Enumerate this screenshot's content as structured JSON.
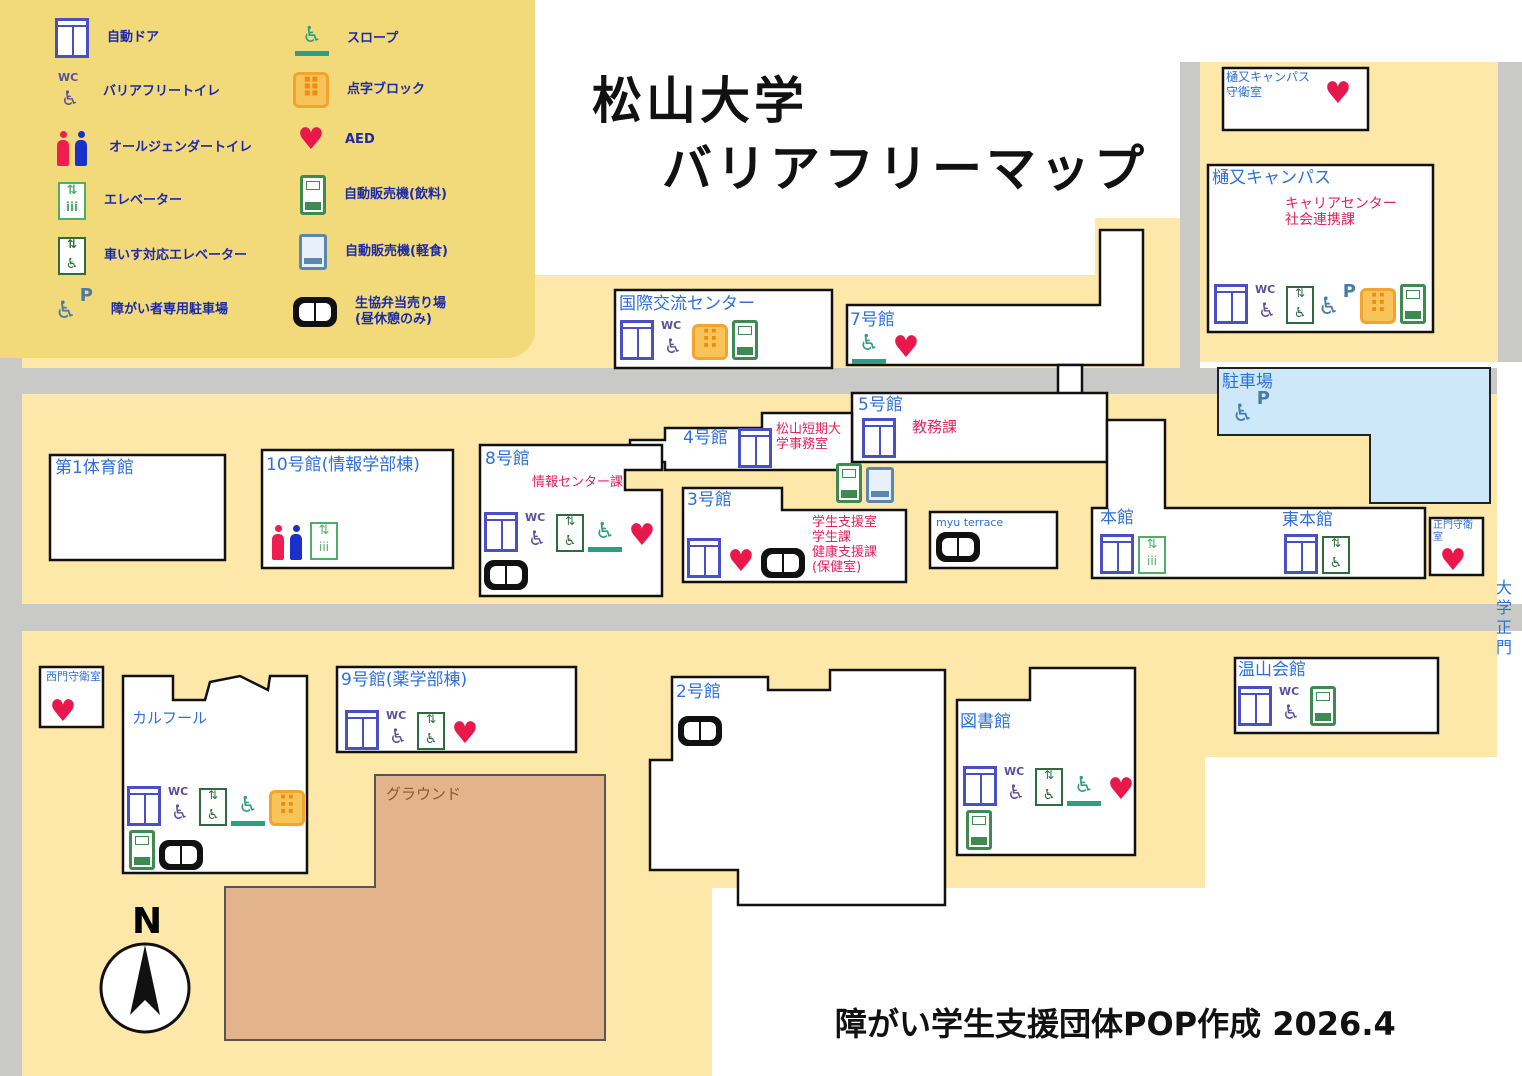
{
  "title": {
    "line1": "松山大学",
    "line2": "バリアフリーマップ"
  },
  "legend": [
    {
      "icon": "automatic-door",
      "label": "自動ドア"
    },
    {
      "icon": "barrier-free-toilet",
      "label": "バリアフリートイレ"
    },
    {
      "icon": "all-gender-toilet",
      "label": "オールジェンダートイレ"
    },
    {
      "icon": "elevator",
      "label": "エレベーター"
    },
    {
      "icon": "wheelchair-elevator",
      "label": "車いす対応エレベーター"
    },
    {
      "icon": "accessible-parking",
      "label": "障がい者専用駐車場"
    },
    {
      "icon": "slope",
      "label": "スロープ"
    },
    {
      "icon": "braille-block",
      "label": "点字ブロック"
    },
    {
      "icon": "aed",
      "label": "AED"
    },
    {
      "icon": "vending-machine-drink",
      "label": "自動販売機(飲料)"
    },
    {
      "icon": "vending-machine-snack",
      "label": "自動販売機(軽食)"
    },
    {
      "icon": "coop-bento",
      "label": "生協弁当売り場",
      "sub": "(昼休憩のみ)"
    }
  ],
  "buildings": {
    "kokusai": "国際交流センター",
    "b7": "7号館",
    "b5": "5号館",
    "b5_office": "教務課",
    "b4": "4号館",
    "b4_office": "松山短期大学事務室",
    "b8": "8号館",
    "b8_office": "情報センター課",
    "b3": "3号館",
    "b3_office": [
      "学生支援室",
      "学生課",
      "健康支援課",
      "(保健室)"
    ],
    "myu": "myu terrace",
    "gym": "第1体育館",
    "b10": "10号館(情報学部棟)",
    "honkan": "本館",
    "higashi": "東本館",
    "seimon_guard": "正門守衛室",
    "main_gate": "大学正門",
    "nishimon": "西門守衛室",
    "carrefour": "カルフール",
    "b9": "9号館(薬学部棟)",
    "ground": "グラウンド",
    "b2": "2号館",
    "library": "図書館",
    "onzan": "温山会館",
    "parking": "駐車場",
    "hinu": "樋又キャンパス",
    "hinu_office": [
      "キャリアセンター",
      "社会連携課"
    ],
    "hinu_guard": [
      "樋又キャンパス",
      "守衛室"
    ]
  },
  "compass": "N",
  "footer": "障がい学生支援団体POP作成 2026.4",
  "colors": {
    "campus": "#fde7a9",
    "road": "#c9cac8",
    "ground": "#e3b48b",
    "parking": "#cde8f8",
    "legend": "#f2d97a"
  }
}
